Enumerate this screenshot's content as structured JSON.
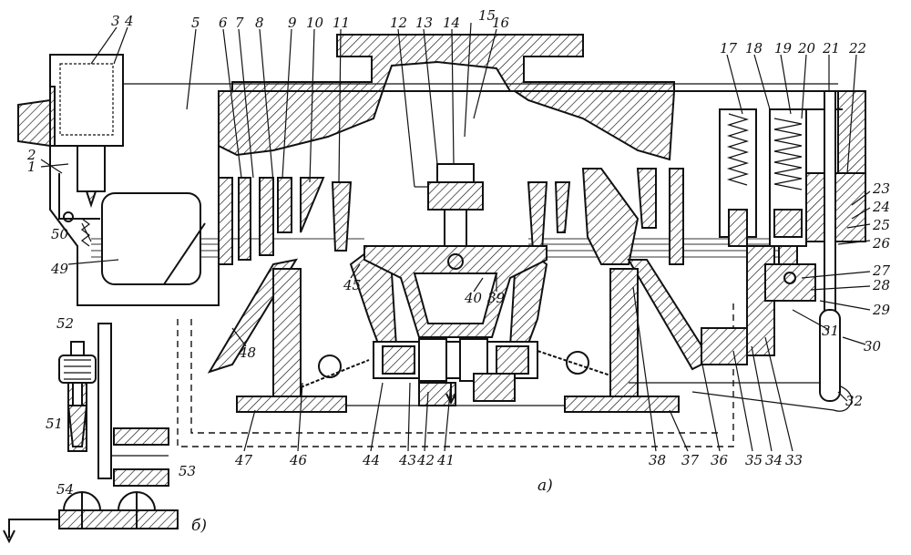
{
  "diagram": {
    "labels": [
      {
        "id": "n1",
        "text": "1"
      },
      {
        "id": "n2",
        "text": "2"
      },
      {
        "id": "n3",
        "text": "3"
      },
      {
        "id": "n4",
        "text": "4"
      },
      {
        "id": "n5",
        "text": "5"
      },
      {
        "id": "n6",
        "text": "6"
      },
      {
        "id": "n7",
        "text": "7"
      },
      {
        "id": "n8",
        "text": "8"
      },
      {
        "id": "n9",
        "text": "9"
      },
      {
        "id": "n10",
        "text": "10"
      },
      {
        "id": "n11",
        "text": "11"
      },
      {
        "id": "n12",
        "text": "12"
      },
      {
        "id": "n13",
        "text": "13"
      },
      {
        "id": "n14",
        "text": "14"
      },
      {
        "id": "n15",
        "text": "15"
      },
      {
        "id": "n16",
        "text": "16"
      },
      {
        "id": "n17",
        "text": "17"
      },
      {
        "id": "n18",
        "text": "18"
      },
      {
        "id": "n19",
        "text": "19"
      },
      {
        "id": "n20",
        "text": "20"
      },
      {
        "id": "n21",
        "text": "21"
      },
      {
        "id": "n22",
        "text": "22"
      },
      {
        "id": "n23",
        "text": "23"
      },
      {
        "id": "n24",
        "text": "24"
      },
      {
        "id": "n25",
        "text": "25"
      },
      {
        "id": "n26",
        "text": "26"
      },
      {
        "id": "n27",
        "text": "27"
      },
      {
        "id": "n28",
        "text": "28"
      },
      {
        "id": "n29",
        "text": "29"
      },
      {
        "id": "n30",
        "text": "30"
      },
      {
        "id": "n31",
        "text": "31"
      },
      {
        "id": "n32",
        "text": "32"
      },
      {
        "id": "n33",
        "text": "33"
      },
      {
        "id": "n34",
        "text": "34"
      },
      {
        "id": "n35",
        "text": "35"
      },
      {
        "id": "n36",
        "text": "36"
      },
      {
        "id": "n37",
        "text": "37"
      },
      {
        "id": "n38",
        "text": "38"
      },
      {
        "id": "n39",
        "text": "39"
      },
      {
        "id": "n40",
        "text": "40"
      },
      {
        "id": "n41",
        "text": "41"
      },
      {
        "id": "n42",
        "text": "42"
      },
      {
        "id": "n43",
        "text": "43"
      },
      {
        "id": "n44",
        "text": "44"
      },
      {
        "id": "n45",
        "text": "45"
      },
      {
        "id": "n46",
        "text": "46"
      },
      {
        "id": "n47",
        "text": "47"
      },
      {
        "id": "n48",
        "text": "48"
      },
      {
        "id": "n49",
        "text": "49"
      },
      {
        "id": "n50",
        "text": "50"
      },
      {
        "id": "n51",
        "text": "51"
      },
      {
        "id": "n52",
        "text": "52"
      },
      {
        "id": "n53",
        "text": "53"
      },
      {
        "id": "n54",
        "text": "54"
      }
    ],
    "subfigures": {
      "a": "а)",
      "b": "б)"
    }
  }
}
